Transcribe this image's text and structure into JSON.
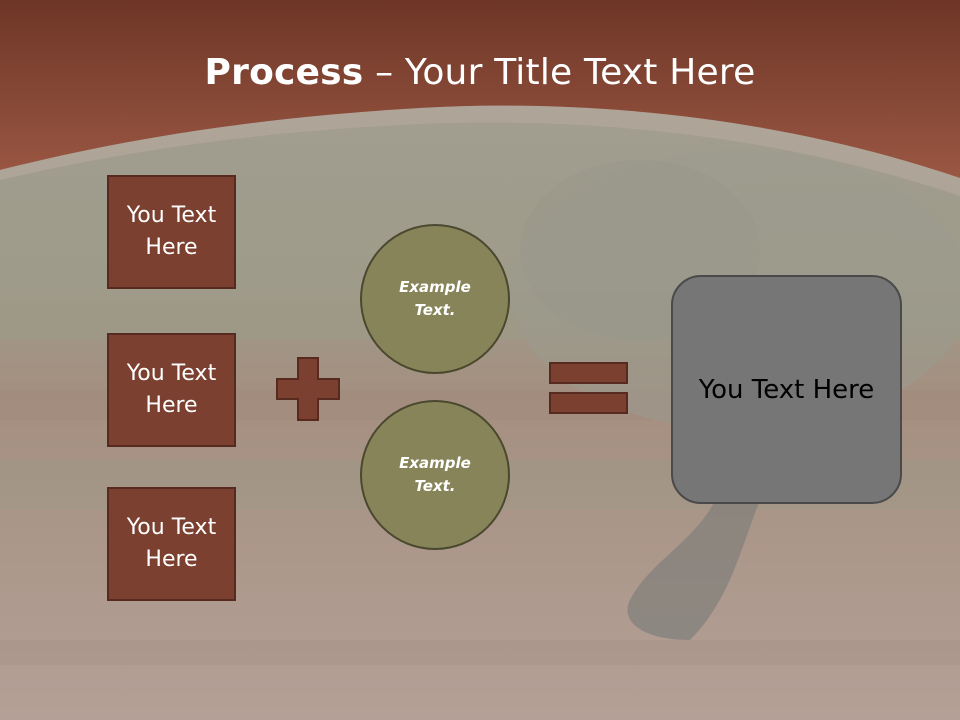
{
  "slide": {
    "title_bold": "Process",
    "title_rest": " – Your Title Text Here",
    "inputs": [
      {
        "label": "You Text Here"
      },
      {
        "label": "You Text Here"
      },
      {
        "label": "You Text Here"
      }
    ],
    "circles": [
      {
        "label": "Example Text."
      },
      {
        "label": "Example Text."
      }
    ],
    "result": {
      "label": "You Text Here"
    }
  },
  "colors": {
    "header": "#8b4a38",
    "box_fill": "#7b4030",
    "box_border": "#572a1f",
    "circle_fill": "#87845a",
    "result_fill": "#767676"
  },
  "icons": {
    "plus": "plus-icon",
    "equals": "equals-icon"
  }
}
